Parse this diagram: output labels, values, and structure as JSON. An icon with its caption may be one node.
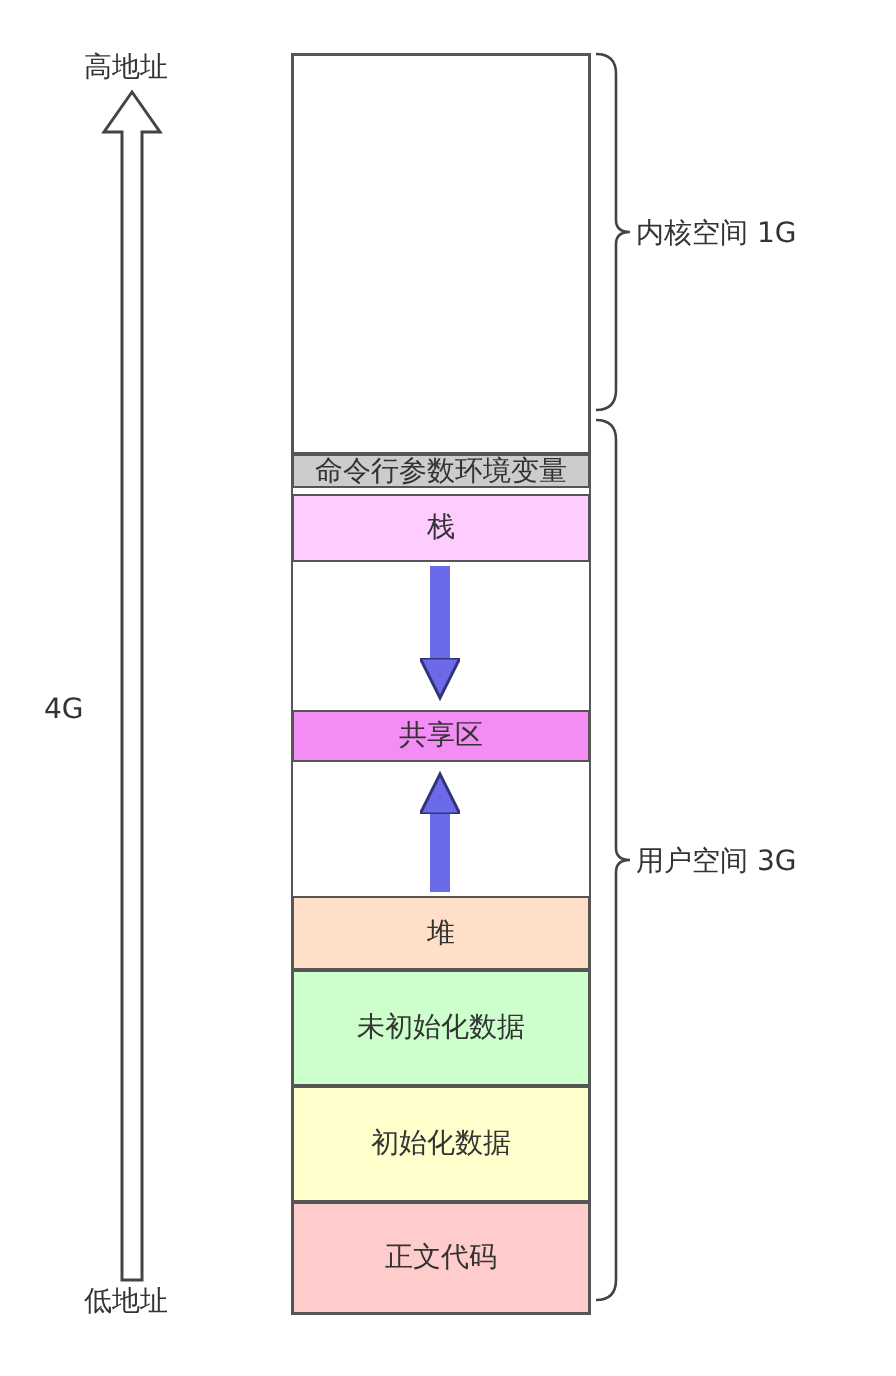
{
  "diagram": {
    "nodes": [
      {
        "text": [],
        "shape": "box"
      },
      {
        "text": [
          "命令行参数环境变量"
        ]
      },
      {
        "text": [
          "栈"
        ]
      },
      {
        "text": [
          "共享区"
        ]
      },
      {
        "text": [
          "堆"
        ]
      },
      {
        "text": [
          "未初始化数据"
        ]
      },
      {
        "text": [
          "初始化数据"
        ]
      },
      {
        "text": [
          "正文代码"
        ]
      }
    ],
    "edges": [
      {
        "from": 2,
        "to": 3,
        "arrow": "to"
      },
      {
        "from": 4,
        "to": 3,
        "arrow": "to"
      }
    ],
    "labels": [
      "高地址",
      "内核空间 1G",
      "4G",
      "用户空间 3G",
      "低地址"
    ]
  }
}
